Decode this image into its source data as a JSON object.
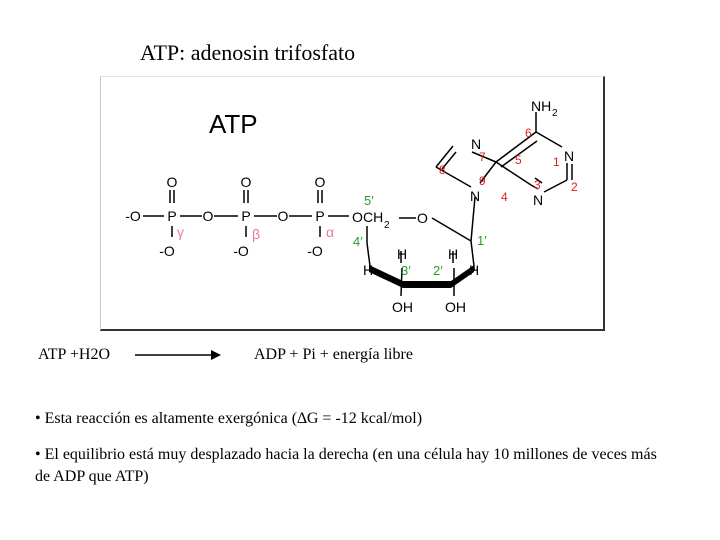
{
  "slide": {
    "title": "ATP: adenosin trifosfato"
  },
  "figure": {
    "heading": "ATP",
    "phosphates": {
      "top_o": "O",
      "p": "P",
      "side_o": "O",
      "neg_o": "-O",
      "bridge_o": "O",
      "gamma": "γ",
      "beta": "β",
      "alpha": "α",
      "ester_o": "O"
    },
    "ribose": {
      "ch2": "CH",
      "ch2_sub": "2",
      "ring_o": "O",
      "h": "H",
      "oh": "OH",
      "c5": "5′",
      "c4": "4′",
      "c3": "3′",
      "c2": "2′",
      "c1": "1′"
    },
    "adenine": {
      "nh2": "NH",
      "nh2_sub": "2",
      "n": "N",
      "pos1": "1",
      "pos2": "2",
      "pos3": "3",
      "pos4": "4",
      "pos5": "5",
      "pos6": "6",
      "pos7": "7",
      "pos8": "8",
      "pos9": "9"
    },
    "colors": {
      "greek": "#e87aa0",
      "prime": "#2e9a2e",
      "ring_number": "#dd2222"
    }
  },
  "reaction": {
    "left": "ATP +H2O",
    "right": "ADP + Pi + energía libre"
  },
  "bullets": [
    "• Esta reacción es altamente exergónica (∆G = -12 kcal/mol)",
    "• El equilibrio está muy desplazado hacia la derecha (en una célula hay 10 millones de veces más de ADP que ATP)"
  ]
}
